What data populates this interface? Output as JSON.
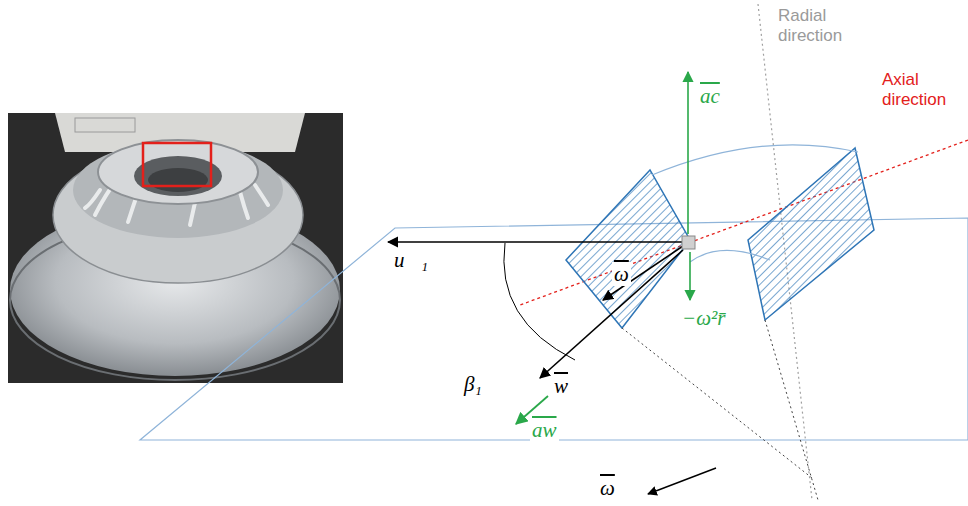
{
  "diagram": {
    "labels": [
      "Radial direction",
      "Axial direction",
      "ac",
      "u⃗₁",
      "ω",
      "β₁",
      "−ω²r̄",
      "w",
      "aw",
      "ω"
    ]
  }
}
